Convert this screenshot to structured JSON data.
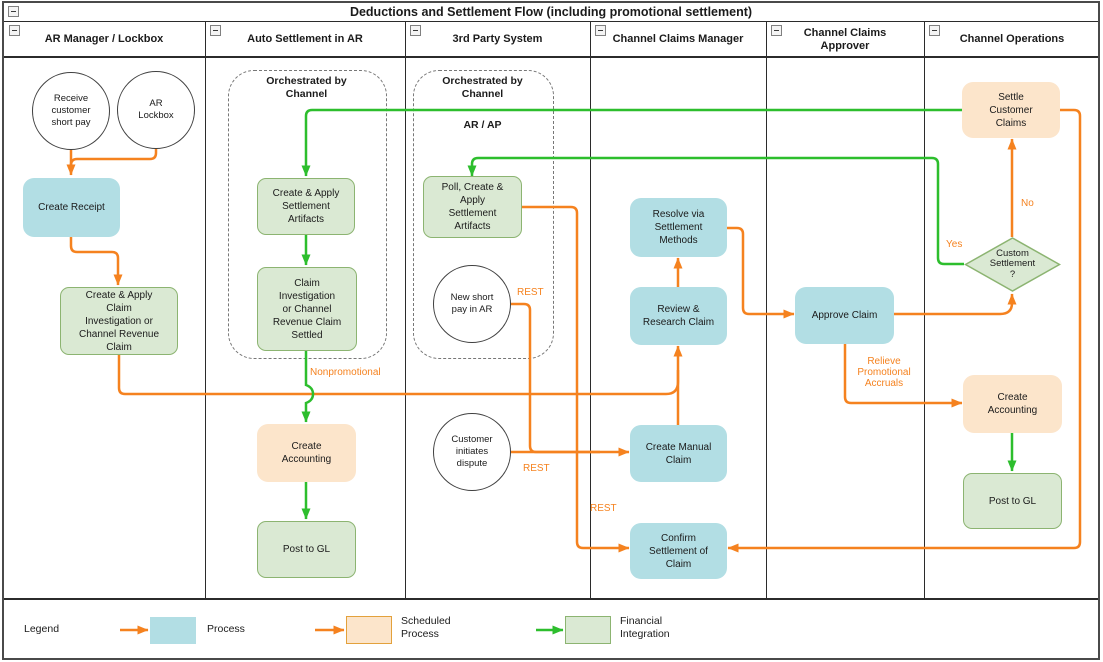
{
  "window": {
    "title": "Deductions and Settlement Flow (including promotional settlement)"
  },
  "lanes": [
    {
      "label": "AR Manager / Lockbox"
    },
    {
      "label": "Auto Settlement in AR"
    },
    {
      "label": "3rd Party System"
    },
    {
      "label": "Channel Claims Manager"
    },
    {
      "label": "Channel Claims Approver"
    },
    {
      "label": "Channel Operations"
    }
  ],
  "groups": {
    "auto_settlement": {
      "label": "Orchestrated by\nChannel"
    },
    "third_party": {
      "label": "Orchestrated by\nChannel",
      "sublabel": "AR / AP"
    }
  },
  "nodes": {
    "receive_short_pay": {
      "label": "Receive\ncustomer\nshort pay",
      "type": "start-circle"
    },
    "ar_lockbox": {
      "label": "AR\nLockbox",
      "type": "start-circle"
    },
    "create_receipt": {
      "label": "Create Receipt",
      "type": "process"
    },
    "create_apply_claim": {
      "label": "Create & Apply\nClaim\nInvestigation or\nChannel Revenue\nClaim",
      "type": "financial-integration"
    },
    "create_apply_artifacts": {
      "label": "Create & Apply\nSettlement\nArtifacts",
      "type": "financial-integration"
    },
    "claim_settled": {
      "label": "Claim\nInvestigation\nor Channel\nRevenue Claim\nSettled",
      "type": "financial-integration"
    },
    "create_accounting_ar": {
      "label": "Create\nAccounting",
      "type": "scheduled-process"
    },
    "post_to_gl_ar": {
      "label": "Post to GL",
      "type": "financial-integration"
    },
    "poll_create_apply": {
      "label": "Poll, Create &\nApply\nSettlement\nArtifacts",
      "type": "financial-integration"
    },
    "new_short_pay": {
      "label": "New short\npay in AR",
      "type": "start-circle"
    },
    "customer_dispute": {
      "label": "Customer\ninitiates\ndispute",
      "type": "start-circle"
    },
    "resolve_settlement": {
      "label": "Resolve via\nSettlement\nMethods",
      "type": "process"
    },
    "review_research": {
      "label": "Review &\nResearch Claim",
      "type": "process"
    },
    "create_manual_claim": {
      "label": "Create Manual\nClaim",
      "type": "process"
    },
    "confirm_settlement": {
      "label": "Confirm\nSettlement of\nClaim",
      "type": "process"
    },
    "approve_claim": {
      "label": "Approve Claim",
      "type": "process"
    },
    "settle_customer_claims": {
      "label": "Settle\nCustomer\nClaims",
      "type": "scheduled-process"
    },
    "custom_settlement": {
      "label": "Custom\nSettlement\n?",
      "type": "decision"
    },
    "create_accounting_ops": {
      "label": "Create\nAccounting",
      "type": "scheduled-process"
    },
    "post_to_gl_ops": {
      "label": "Post to GL",
      "type": "financial-integration"
    }
  },
  "edge_labels": {
    "nonpromotional": "Nonpromotional",
    "rest_short_pay": "REST",
    "rest_dispute": "REST",
    "rest_confirm": "REST",
    "relieve_promotional": "Relieve\nPromotional\nAccruals",
    "yes": "Yes",
    "no": "No"
  },
  "legend": {
    "label": "Legend",
    "items": [
      {
        "label": "Process",
        "type": "process"
      },
      {
        "label": "Scheduled\nProcess",
        "type": "scheduled-process"
      },
      {
        "label": "Financial\nIntegration",
        "type": "financial-integration"
      }
    ]
  },
  "colors": {
    "process_fill": "#B2DEE4",
    "scheduled_fill": "#FCE5CB",
    "scheduled_border": "#E3A13C",
    "financial_fill": "#DAE9D3",
    "financial_border": "#8CB471",
    "orange_arrow": "#F5821F",
    "green_arrow": "#2DBE2D"
  }
}
